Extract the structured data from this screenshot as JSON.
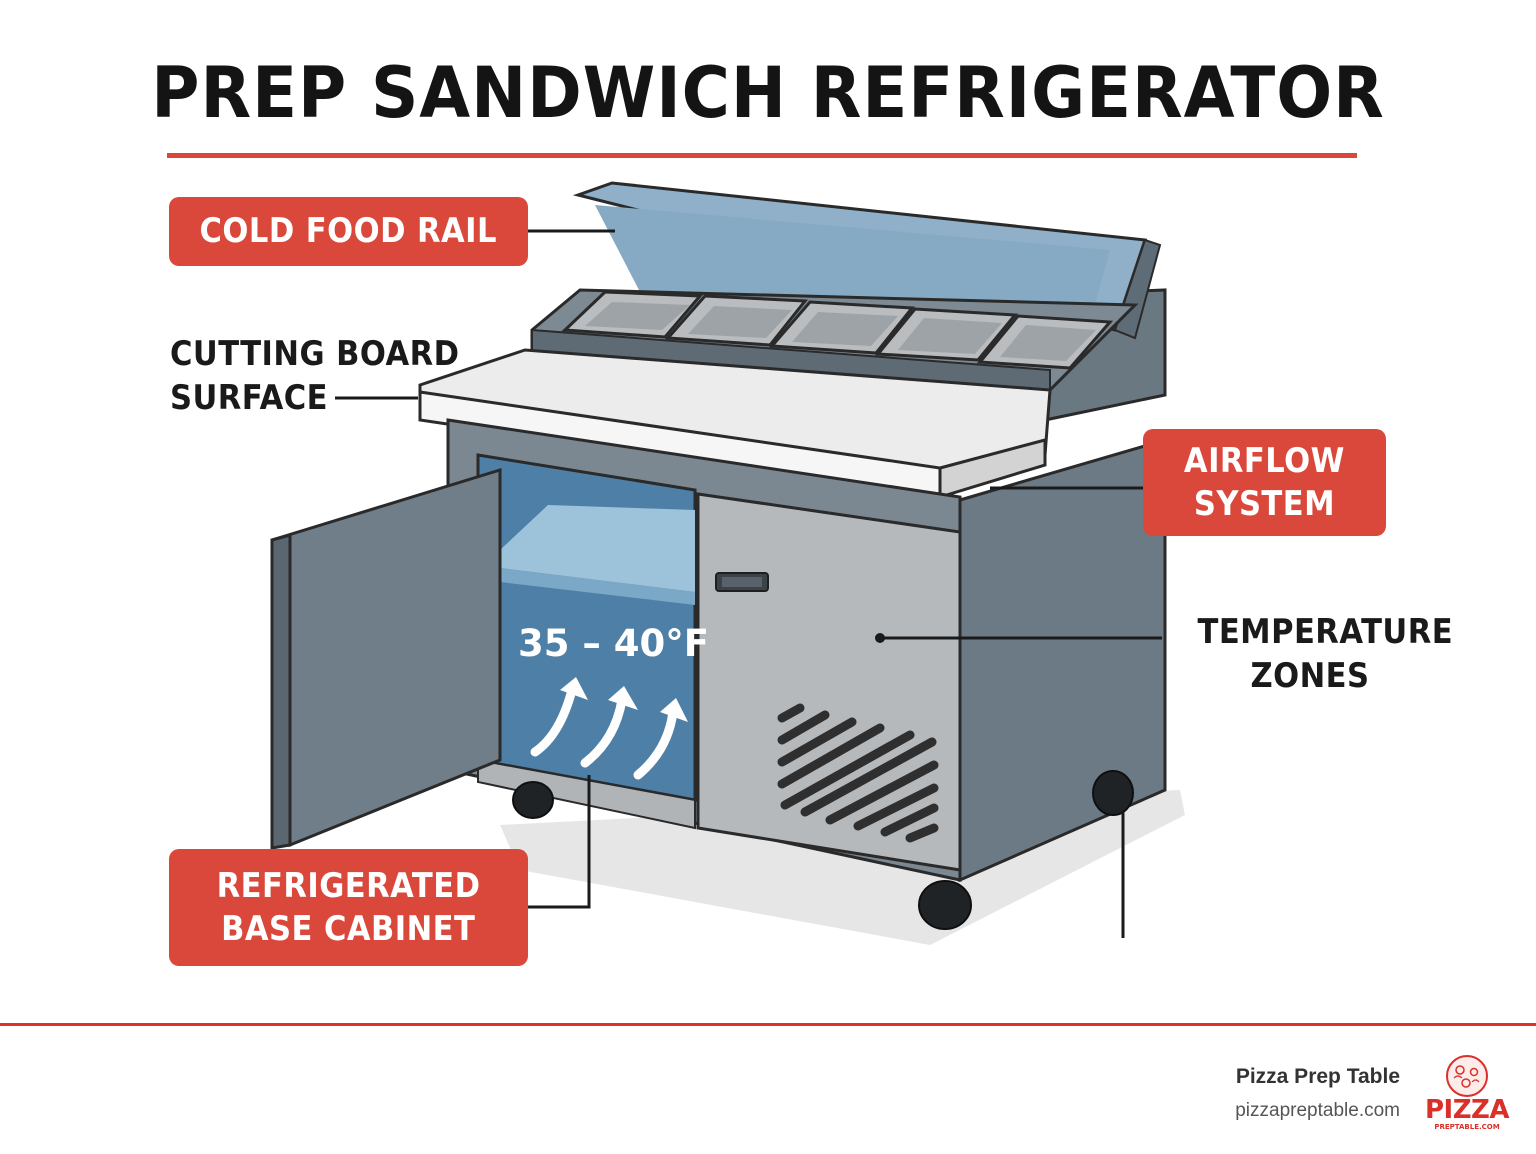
{
  "title": "PREP SANDWICH REFRIGERATOR",
  "labels": {
    "cold_food_rail": "COLD FOOD RAIL",
    "cutting_board_line1": "CUTTING BOARD",
    "cutting_board_line2": "SURFACE",
    "airflow_line1": "AIRFLOW",
    "airflow_line2": "SYSTEM",
    "temperature_line1": "TEMPERATURE",
    "temperature_line2": "ZONES",
    "base_cabinet_line1": "REFRIGERATED",
    "base_cabinet_line2": "BASE CABINET",
    "temperature_range": "35 – 40°F"
  },
  "footer": {
    "brand_name": "Pizza Prep Table",
    "url": "pizzapreptable.com",
    "logo_word": "PIZZA",
    "logo_sub": "PREPTABLE.COM"
  },
  "colors": {
    "accent": "#d9483b",
    "steel_dark": "#6f7d87",
    "steel_light": "#b3b7ba",
    "cold_blue": "#4f86ad"
  }
}
